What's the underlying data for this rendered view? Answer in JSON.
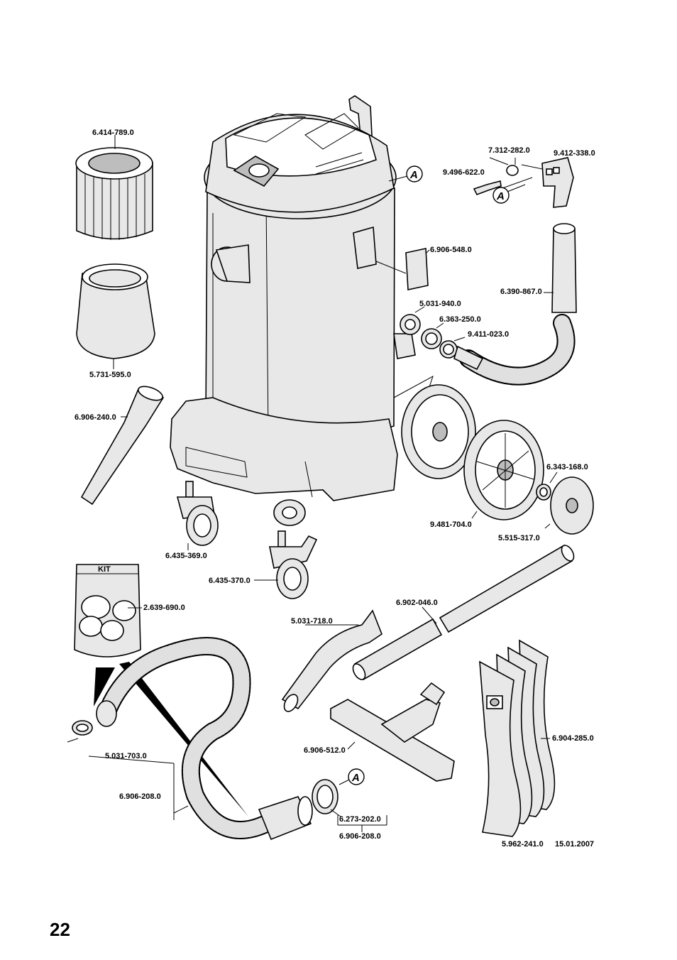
{
  "page_number": "22",
  "callout_letter": "A",
  "kit_label": "KIT",
  "date": "15.01.2007",
  "parts": {
    "cartridge_filter": "6.414-789.0",
    "filter_bag_cloth": "5.731-595.0",
    "crevice_nozzle": "6.906-240.0",
    "castor_front": "6.435-369.0",
    "castor_brake": "6.435-370.0",
    "adapter_kit": "2.639-690.0",
    "bayonet_ring_left": "5.031-703.0",
    "suction_hose_left": "6.906-208.0",
    "elbow_washer": "7.312-282.0",
    "elbow_connector": "9.412-338.0",
    "elbow_screw": "9.496-622.0",
    "clip": "6.906-548.0",
    "drain_hose": "6.390-867.0",
    "nut": "5.031-940.0",
    "seal_ring": "6.363-250.0",
    "o_ring": "9.411-023.0",
    "wheel": "9.481-704.0",
    "wheel_clip": "6.343-168.0",
    "hub_cap": "5.515-317.0",
    "suction_tube": "6.902-046.0",
    "bend": "5.031-718.0",
    "floor_nozzle": "6.906-512.0",
    "filter_bags": "6.904-285.0",
    "hose_ring": "6.273-202.0",
    "suction_hose_right": "6.906-208.0",
    "paper_bag": "5.962-241.0"
  }
}
